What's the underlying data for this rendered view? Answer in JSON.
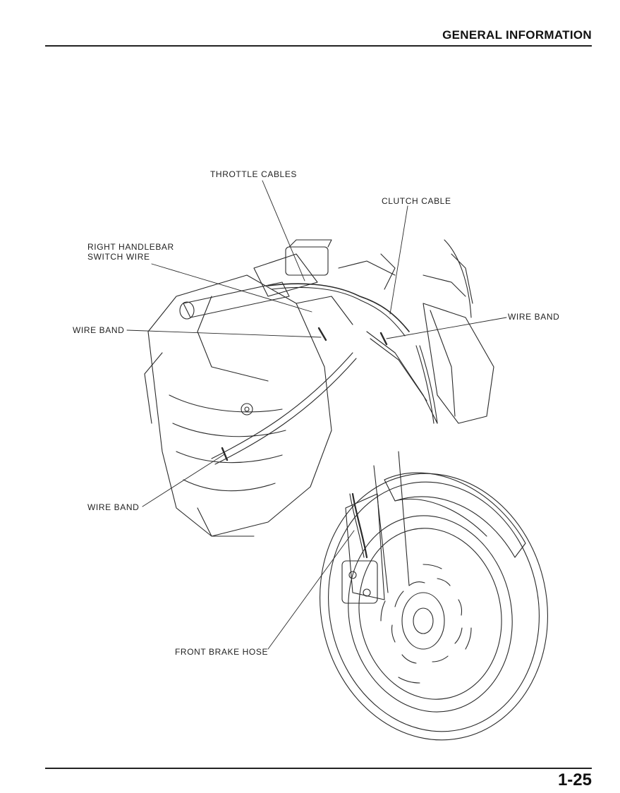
{
  "header": {
    "title": "GENERAL INFORMATION"
  },
  "footer": {
    "page_number": "1-25"
  },
  "callouts": {
    "throttle_cables": "THROTTLE CABLES",
    "clutch_cable": "CLUTCH CABLE",
    "right_handlebar_line1": "RIGHT HANDLEBAR",
    "right_handlebar_line2": "SWITCH WIRE",
    "wire_band_left": "WIRE BAND",
    "wire_band_right": "WIRE BAND",
    "wire_band_lower": "WIRE BAND",
    "front_brake_hose": "FRONT BRAKE HOSE"
  }
}
